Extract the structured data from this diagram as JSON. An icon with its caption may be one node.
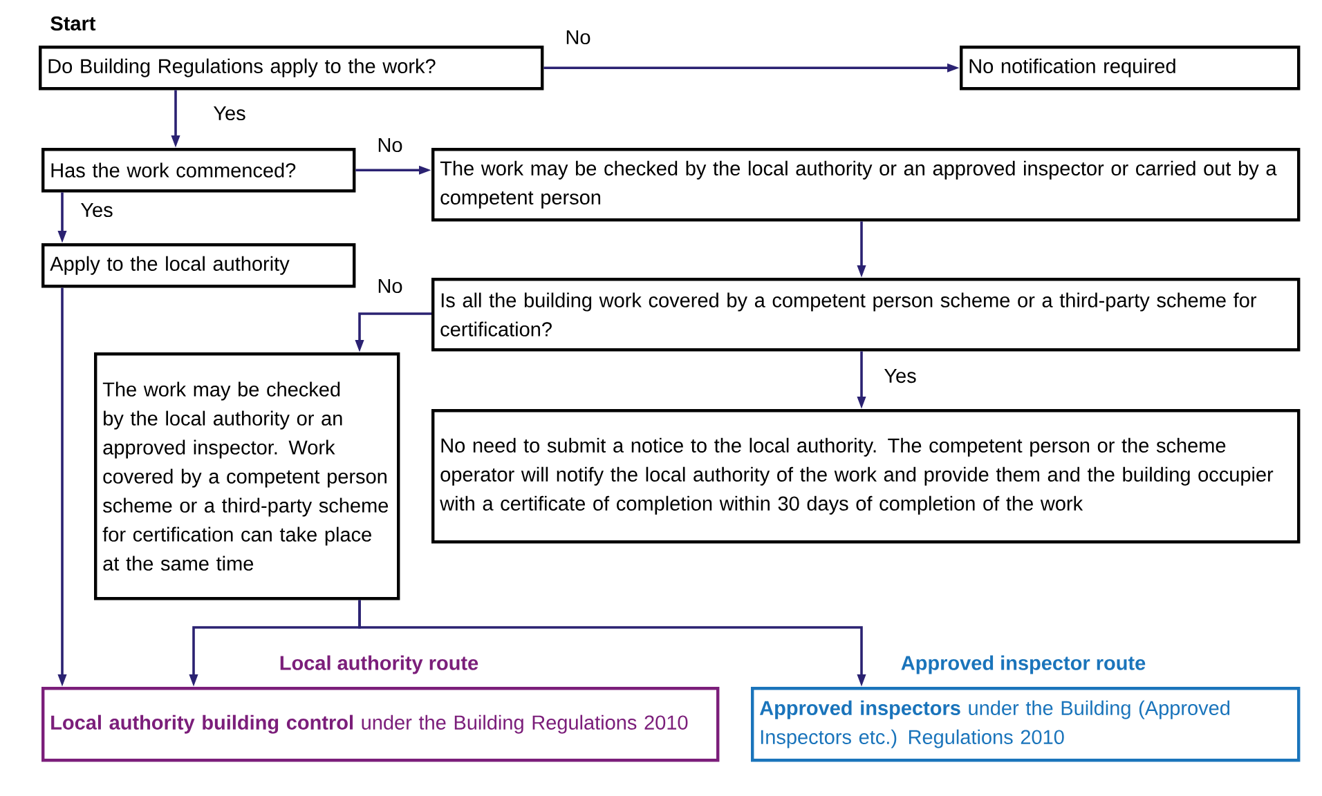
{
  "diagram": {
    "nodes": [
      {
        "text": [
          "Do Building Regulations apply to the work?"
        ],
        "beside": [
          "Start"
        ]
      },
      {
        "text": [
          "No notification required"
        ]
      },
      {
        "text": [
          "Has the work commenced?"
        ]
      },
      {
        "text": [
          "The work may be checked by the local authority or an approved inspector or carried out by a competent person"
        ]
      },
      {
        "text": [
          "Apply to the local authority"
        ]
      },
      {
        "text": [
          "Is all the building work covered by a competent person scheme or a third-party scheme for certification?"
        ]
      },
      {
        "text": [
          "The work may be checked by the local authority or an approved inspector. Work covered by a competent person scheme or a third-party scheme for certification can take place at the same time"
        ]
      },
      {
        "text": [
          "No need to submit a notice to the local authority. The competent person or the scheme operator will notify the local authority of the work and provide them and the building occupier with a certificate of completion within 30 days of completion of the work"
        ]
      },
      {
        "text": [
          "**Local authority building control** under the Building Regulations 2010"
        ],
        "beside": [
          "Local authority route"
        ]
      },
      {
        "text": [
          "**Approved inspectors** under the Building (Approved Inspectors etc.) Regulations 2010"
        ],
        "beside": [
          "Approved inspector route"
        ]
      }
    ],
    "edges": [
      {
        "from": 0,
        "to": 1,
        "arrow": "to",
        "label": "No"
      },
      {
        "from": 0,
        "to": 2,
        "arrow": "to",
        "label": "Yes"
      },
      {
        "from": 2,
        "to": 3,
        "arrow": "to",
        "label": "No"
      },
      {
        "from": 2,
        "to": 4,
        "arrow": "to",
        "label": "Yes"
      },
      {
        "from": 3,
        "to": 5,
        "arrow": "to"
      },
      {
        "from": 5,
        "to": 6,
        "arrow": "to",
        "label": "No"
      },
      {
        "from": 5,
        "to": 7,
        "arrow": "to",
        "label": "Yes"
      },
      {
        "from": 4,
        "to": 8,
        "arrow": "to"
      },
      {
        "from": 6,
        "to": 8,
        "arrow": "to"
      },
      {
        "from": 6,
        "to": 9,
        "arrow": "to"
      }
    ]
  }
}
